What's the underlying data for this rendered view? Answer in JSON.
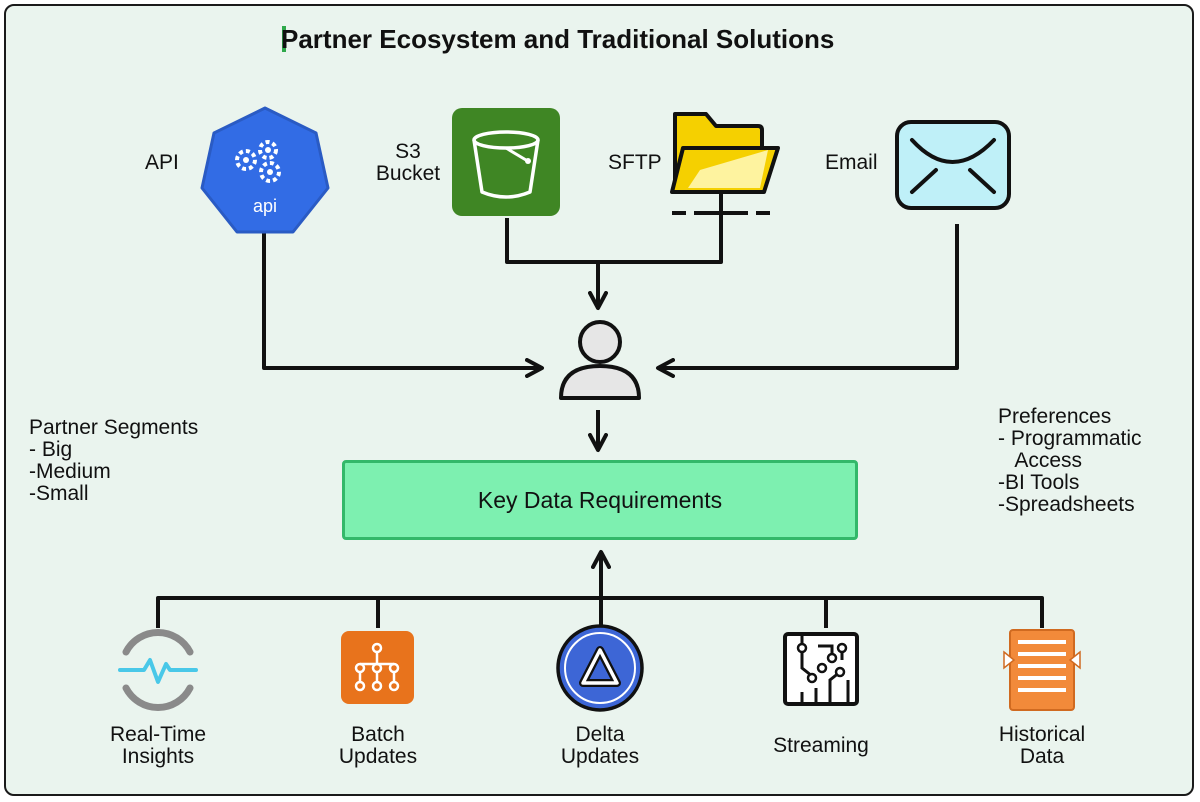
{
  "title": "Partner Ecosystem and Traditional Solutions",
  "sources": {
    "api": "API",
    "s3": "S3\nBucket",
    "sftp": "SFTP",
    "email": "Email",
    "api_icon_text": "api"
  },
  "center": {
    "key_requirements": "Key Data Requirements"
  },
  "partner_segments": "Partner Segments\n- Big\n-Medium\n-Small",
  "preferences": "Preferences\n- Programmatic\n   Access\n-BI Tools\n-Spreadsheets",
  "outputs": {
    "realtime": "Real-Time\nInsights",
    "batch": "Batch\nUpdates",
    "delta": "Delta\nUpdates",
    "streaming": "Streaming",
    "historical": "Historical\nData"
  },
  "icons": {
    "api": "kubernetes-api-icon",
    "s3": "s3-bucket-icon",
    "sftp": "folder-network-icon",
    "email": "envelope-icon",
    "user": "user-icon",
    "realtime": "pulse-icon",
    "batch": "workflow-icon",
    "delta": "delta-icon",
    "streaming": "circuit-icon",
    "historical": "document-icon"
  },
  "colors": {
    "background": "#eaf4ee",
    "title_accent": "#2ea84a",
    "key_box_fill": "#7df0b0",
    "key_box_border": "#33b86a",
    "api_blue": "#326ce5",
    "s3_green": "#3f8624",
    "folder_yellow": "#f5d000",
    "email_cyan": "#bff0f8",
    "batch_orange": "#e8731c",
    "delta_blue": "#3d66d6",
    "historical_orange": "#f28a3a"
  }
}
